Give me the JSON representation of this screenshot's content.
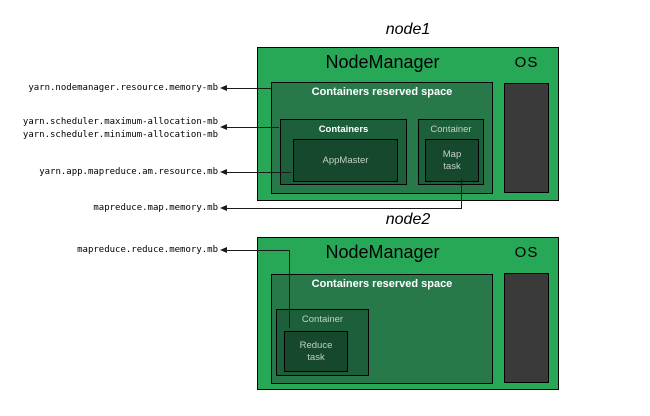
{
  "colors": {
    "node_bg": "#27a857",
    "reserved_bg": "#28794a",
    "container_bg": "#1d5f3a",
    "task_bg": "#15482d",
    "os_bg": "#3a3a3a",
    "line": "#1a1a1a",
    "text_dim": "#c4d1c6"
  },
  "nodes": [
    {
      "title": "node1",
      "nodemanager": "NodeManager",
      "os": "OS",
      "reserved": "Containers reserved space",
      "containers": "Containers",
      "appmaster": "AppMaster",
      "container": "Container",
      "task_line1": "Map",
      "task_line2": "task"
    },
    {
      "title": "node2",
      "nodemanager": "NodeManager",
      "os": "OS",
      "reserved": "Containers reserved space",
      "container": "Container",
      "task_line1": "Reduce",
      "task_line2": "task"
    }
  ],
  "labels": {
    "nodemanager_memory": "yarn.nodemanager.resource.memory-mb",
    "scheduler_max": "yarn.scheduler.maximum-allocation-mb",
    "scheduler_min": "yarn.scheduler.minimum-allocation-mb",
    "am_resource": "yarn.app.mapreduce.am.resource.mb",
    "map_memory": "mapreduce.map.memory.mb",
    "reduce_memory": "mapreduce.reduce.memory.mb"
  }
}
